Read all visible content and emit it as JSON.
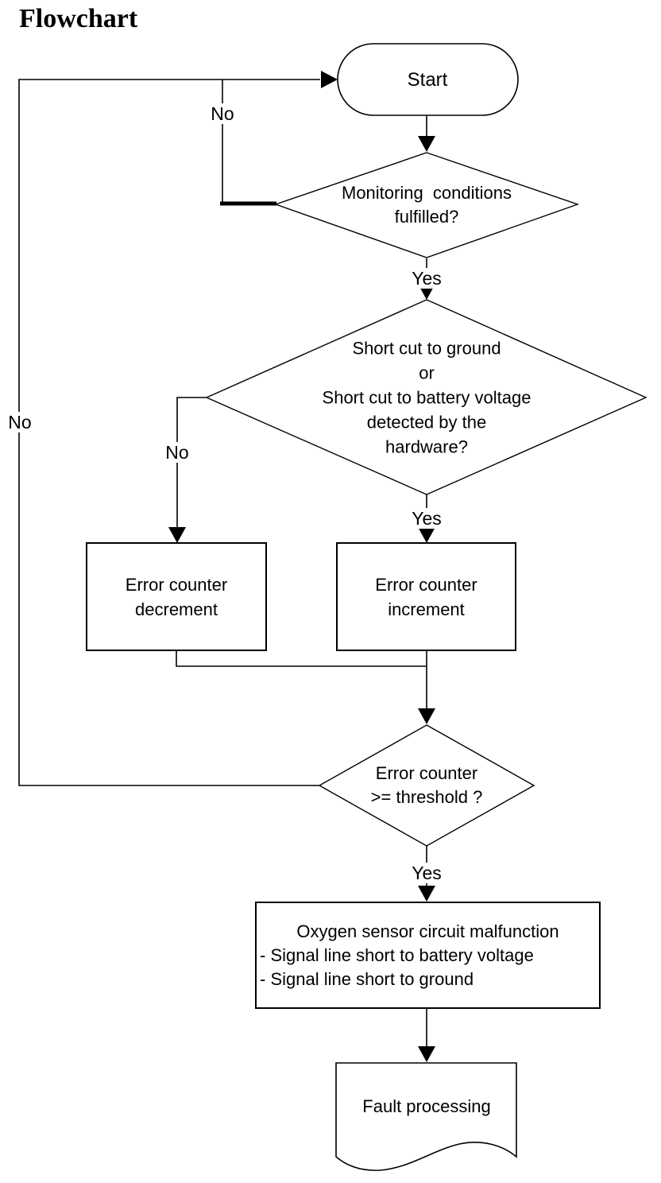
{
  "title": "Flowchart",
  "nodes": {
    "start": {
      "label": "Start",
      "shape": "terminator"
    },
    "decision_monitoring": {
      "label": "Monitoring  conditions\nfulfilled?",
      "shape": "decision"
    },
    "decision_short_cut": {
      "label": "Short cut to ground\nor\nShort cut to battery voltage\ndetected by the\nhardware?",
      "shape": "decision"
    },
    "process_decrement": {
      "label": "Error counter\ndecrement",
      "shape": "process"
    },
    "process_increment": {
      "label": "Error counter\nincrement",
      "shape": "process"
    },
    "decision_threshold": {
      "label": "Error counter\n>= threshold ?",
      "shape": "decision"
    },
    "process_malfunction": {
      "shape": "process",
      "line1": "Oxygen sensor circuit malfunction",
      "line2": "- Signal line short to battery voltage",
      "line3": "- Signal line short to ground"
    },
    "fault_processing": {
      "label": "Fault processing",
      "shape": "document"
    }
  },
  "edge_labels": {
    "monitoring_no": "No",
    "monitoring_yes": "Yes",
    "short_cut_no": "No",
    "short_cut_yes": "Yes",
    "threshold_no": "No",
    "threshold_yes": "Yes"
  },
  "colors": {
    "line": "#000000",
    "text": "#000000",
    "background": "#ffffff"
  }
}
